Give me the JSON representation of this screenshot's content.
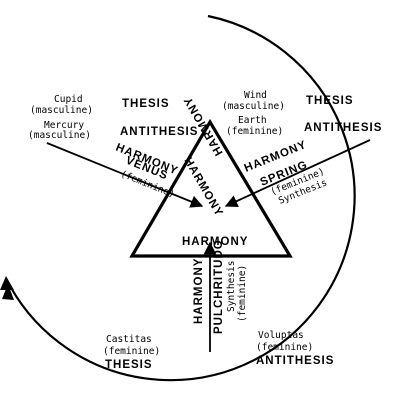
{
  "labels": {
    "top_left": {
      "cupid": "Cupid",
      "cupid_gender": "(masculine)",
      "mercury": "Mercury",
      "mercury_gender": "(masculine)",
      "thesis": "THESIS",
      "antithesis": "ANTITHESIS",
      "harmony": "HARMONY",
      "venus": "VENUS",
      "venus_gender": "(feminine)"
    },
    "top_right": {
      "wind": "Wind",
      "wind_gender": "(masculine)",
      "earth": "Earth",
      "earth_gender": "(feminine)",
      "thesis": "THESIS",
      "antithesis": "ANTITHESIS",
      "harmony": "HARMONY",
      "spring": "SPRING",
      "spring_gender": "(feminine)",
      "spring_synthesis": "Synthesis"
    },
    "triangle": {
      "left_side": "HARMONY",
      "right_side": "HARMONY",
      "base": "HARMONY"
    },
    "bottom": {
      "harmony": "HARMONY",
      "pulchritudo": "PULCHRITUDO",
      "synthesis": "Synthesis",
      "synthesis_gender": "(feminine)"
    },
    "bottom_left": {
      "castitas": "Castitas",
      "castitas_gender": "(feminine)",
      "thesis": "THESIS"
    },
    "bottom_right": {
      "voluptas": "Voluptas",
      "voluptas_gender": "(feminine)",
      "antithesis": "ANTITHESIS"
    }
  }
}
